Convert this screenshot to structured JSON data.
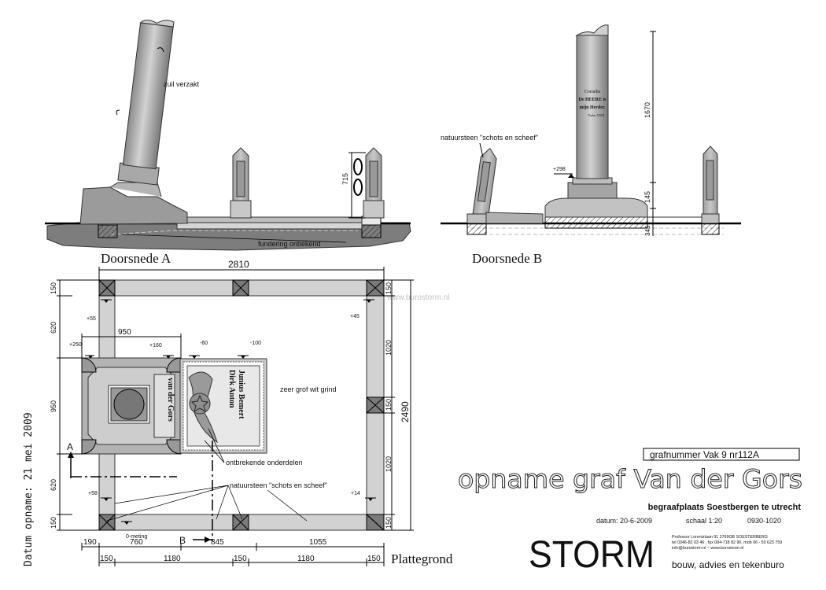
{
  "sections": {
    "section_a": {
      "title": "Doorsnede A",
      "note_column": "zuil verzakt",
      "note_foundation": "fundering onbekend",
      "dim_height": "715"
    },
    "section_b": {
      "title": "Doorsnede B",
      "note_stone": "natuursteen \"schots en scheef\"",
      "level": "+298",
      "dim_1670": "1670",
      "dim_145": "145",
      "dim_345": "345",
      "inscription": [
        "Cornelis",
        "De HEERE is",
        "mijn Herder.",
        "Psalm XXIII"
      ]
    }
  },
  "plan": {
    "title": "Plattegrond",
    "date_vertical": "Datum opname: 21 mei 2009",
    "dim_width": "2810",
    "dim_depth": "2490",
    "dim_950_top": "950",
    "left_dims": [
      "150",
      "620",
      "950",
      "620",
      "150"
    ],
    "right_dims": [
      "150",
      "1020",
      "150",
      "1020",
      "150"
    ],
    "bottom_row1": [
      "190",
      "760",
      "845",
      "1055"
    ],
    "bottom_row2": [
      "150",
      "1180",
      "150",
      "1180",
      "150"
    ],
    "levels": [
      "+55",
      "+45",
      "+250",
      "+160",
      "-60",
      "-100",
      "+58",
      "+14"
    ],
    "zero_level": "0-meting",
    "note_gravel": "zeer grof wit grind",
    "note_missing": "ontbrekende onderdelen",
    "note_stone": "natuursteen \"schots en scheef\"",
    "section_mark_a": "A",
    "section_mark_b": "B",
    "headstone_name": "van der Gors",
    "slab_text": [
      "Dirk Anton",
      "Junius Bemert"
    ],
    "watermark": "www.burostorm.nl"
  },
  "title_block": {
    "grave_number": "grafnummer Vak 9 nr112A",
    "main_title": "opname graf Van der Gors",
    "cemetery": "begraafplaats Soestbergen te utrecht",
    "date": "datum: 20-6-2009",
    "scale": "schaal 1:20",
    "code": "0930-1020",
    "brand": "STORM",
    "address": "Professor Lorentzlaan 91  3769GB  SOESTERBERG",
    "contact": "tel 0346-82 03 46 ,  fax  084-718 82 90, mob 06 - 50 623 759",
    "web": "info@burostorm.nl   ~   www.burostorm.nl",
    "tagline": "bouw, advies en tekenburo"
  }
}
